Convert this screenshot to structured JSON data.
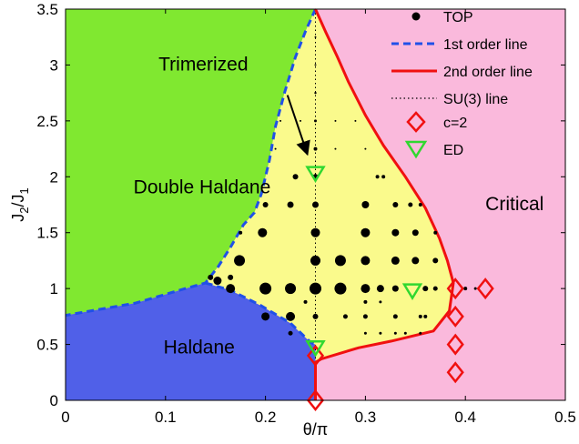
{
  "chart_data": {
    "type": "scatter",
    "xlabel": "θ/π",
    "ylabel_main": "J",
    "ylabel_sub1": "2",
    "ylabel_mid": "/J",
    "ylabel_sub2": "1",
    "xlim": [
      0,
      0.5
    ],
    "ylim": [
      0,
      3.5
    ],
    "xticks": [
      0,
      0.1,
      0.2,
      0.3,
      0.4,
      0.5
    ],
    "xtick_labels": [
      "0",
      "0.1",
      "0.2",
      "0.3",
      "0.4",
      "0.5"
    ],
    "yticks": [
      0,
      0.5,
      1,
      1.5,
      2,
      2.5,
      3,
      3.5
    ],
    "ytick_labels": [
      "0",
      "0.5",
      "1",
      "1.5",
      "2",
      "2.5",
      "3",
      "3.5"
    ],
    "colors": {
      "double_haldane": "#80e830",
      "haldane": "#5060e8",
      "trimerized": "#fafa8c",
      "critical": "#fab9dc",
      "first_order": "#2050e8",
      "second_order": "#f01010",
      "c2": "#f01010",
      "ed": "#30d830",
      "top": "#000000",
      "su3": "#000000"
    },
    "regions": [
      {
        "name": "Double Haldane",
        "label_at": [
          0.068,
          1.85
        ]
      },
      {
        "name": "Haldane",
        "label_at": [
          0.098,
          0.42
        ]
      },
      {
        "name": "Critical",
        "label_at": [
          0.42,
          1.7
        ]
      },
      {
        "name": "Trimerized",
        "label_at": [
          0.093,
          2.95
        ]
      }
    ],
    "annotation": {
      "text": "Trimerized",
      "arrow_from": [
        0.222,
        2.73
      ],
      "arrow_to": [
        0.242,
        2.2
      ]
    },
    "first_order_line": [
      [
        0.25,
        3.5
      ],
      [
        0.24,
        3.3
      ],
      [
        0.23,
        3.07
      ],
      [
        0.219,
        2.75
      ],
      [
        0.21,
        2.45
      ],
      [
        0.204,
        2.15
      ],
      [
        0.196,
        1.85
      ],
      [
        0.189,
        1.68
      ],
      [
        0.178,
        1.57
      ],
      [
        0.165,
        1.37
      ],
      [
        0.153,
        1.2
      ],
      [
        0.14,
        1.05
      ],
      [
        0.12,
        1.0
      ],
      [
        0.07,
        0.87
      ],
      [
        0.0,
        0.76
      ]
    ],
    "first_order_line_lower": [
      [
        0.14,
        1.05
      ],
      [
        0.165,
        0.985
      ],
      [
        0.195,
        0.85
      ],
      [
        0.225,
        0.69
      ],
      [
        0.245,
        0.52
      ],
      [
        0.25,
        0.5
      ]
    ],
    "second_order_line": [
      [
        0.25,
        3.5
      ],
      [
        0.26,
        3.3
      ],
      [
        0.272,
        3.07
      ],
      [
        0.283,
        2.85
      ],
      [
        0.3,
        2.55
      ],
      [
        0.318,
        2.28
      ],
      [
        0.34,
        2.0
      ],
      [
        0.36,
        1.72
      ],
      [
        0.374,
        1.45
      ],
      [
        0.382,
        1.25
      ],
      [
        0.388,
        1.05
      ],
      [
        0.384,
        0.8
      ],
      [
        0.368,
        0.62
      ],
      [
        0.326,
        0.53
      ],
      [
        0.293,
        0.47
      ],
      [
        0.256,
        0.37
      ],
      [
        0.25,
        0.34
      ],
      [
        0.25,
        0.0
      ]
    ],
    "su3_line_x": 0.25,
    "series": [
      {
        "name": "TOP",
        "marker": "dot",
        "points": [
          [
            0.25,
            3.5,
            0.6
          ],
          [
            0.25,
            3.25,
            1.0
          ],
          [
            0.25,
            3.0,
            1.0
          ],
          [
            0.25,
            2.75,
            1.2
          ],
          [
            0.25,
            2.5,
            1.5
          ],
          [
            0.25,
            2.25,
            2.0
          ],
          [
            0.25,
            2.0,
            3.0
          ],
          [
            0.25,
            1.75,
            3.5
          ],
          [
            0.25,
            1.5,
            5.0
          ],
          [
            0.25,
            1.25,
            5.5
          ],
          [
            0.25,
            1.0,
            6.5
          ],
          [
            0.25,
            0.75,
            3.0
          ],
          [
            0.215,
            2.5,
            1.0
          ],
          [
            0.235,
            2.5,
            1.0
          ],
          [
            0.27,
            2.5,
            1.0
          ],
          [
            0.29,
            2.5,
            1.0
          ],
          [
            0.21,
            2.25,
            1.0
          ],
          [
            0.27,
            2.25,
            1.0
          ],
          [
            0.3,
            2.25,
            1.0
          ],
          [
            0.23,
            2.0,
            3.0
          ],
          [
            0.312,
            2.0,
            2.0
          ],
          [
            0.318,
            2.0,
            2.0
          ],
          [
            0.2,
            1.75,
            3.0
          ],
          [
            0.225,
            1.75,
            3.5
          ],
          [
            0.3,
            1.75,
            4.0
          ],
          [
            0.33,
            1.75,
            3.0
          ],
          [
            0.345,
            1.75,
            2.5
          ],
          [
            0.355,
            1.75,
            2.0
          ],
          [
            0.175,
            1.5,
            2.0
          ],
          [
            0.197,
            1.5,
            5.0
          ],
          [
            0.3,
            1.5,
            5.0
          ],
          [
            0.33,
            1.5,
            4.0
          ],
          [
            0.35,
            1.5,
            3.5
          ],
          [
            0.37,
            1.5,
            2.0
          ],
          [
            0.174,
            1.25,
            6.0
          ],
          [
            0.275,
            1.25,
            6.0
          ],
          [
            0.3,
            1.25,
            5.0
          ],
          [
            0.33,
            1.25,
            4.5
          ],
          [
            0.35,
            1.25,
            4.0
          ],
          [
            0.37,
            1.25,
            3.0
          ],
          [
            0.145,
            1.1,
            3.0
          ],
          [
            0.165,
            1.1,
            3.0
          ],
          [
            0.152,
            1.07,
            4.5
          ],
          [
            0.165,
            1.0,
            5.0
          ],
          [
            0.2,
            1.0,
            6.5
          ],
          [
            0.225,
            1.0,
            6.0
          ],
          [
            0.275,
            1.0,
            6.5
          ],
          [
            0.3,
            1.0,
            5.0
          ],
          [
            0.315,
            1.0,
            4.0
          ],
          [
            0.33,
            1.0,
            3.5
          ],
          [
            0.36,
            1.0,
            3.0
          ],
          [
            0.37,
            1.0,
            2.5
          ],
          [
            0.4,
            1.0,
            2.0
          ],
          [
            0.41,
            1.0,
            1.5
          ],
          [
            0.24,
            0.88,
            2.0
          ],
          [
            0.3,
            0.88,
            2.0
          ],
          [
            0.315,
            0.88,
            1.5
          ],
          [
            0.2,
            0.75,
            4.5
          ],
          [
            0.225,
            0.75,
            5.0
          ],
          [
            0.28,
            0.75,
            2.5
          ],
          [
            0.3,
            0.75,
            2.5
          ],
          [
            0.33,
            0.75,
            2.5
          ],
          [
            0.355,
            0.75,
            2.0
          ],
          [
            0.36,
            0.75,
            2.0
          ],
          [
            0.225,
            0.6,
            2.5
          ],
          [
            0.3,
            0.6,
            1.5
          ],
          [
            0.315,
            0.6,
            1.5
          ],
          [
            0.33,
            0.6,
            1.5
          ],
          [
            0.34,
            0.6,
            1.5
          ],
          [
            0.355,
            0.6,
            1.5
          ]
        ]
      },
      {
        "name": "1st order line",
        "marker": "dashed"
      },
      {
        "name": "2nd order line",
        "marker": "solid"
      },
      {
        "name": "SU(3) line",
        "marker": "dotted"
      },
      {
        "name": "c=2",
        "marker": "diamond",
        "points": [
          [
            0.25,
            0.0
          ],
          [
            0.25,
            0.4
          ],
          [
            0.39,
            0.25
          ],
          [
            0.39,
            0.5
          ],
          [
            0.39,
            0.75
          ],
          [
            0.39,
            1.0
          ],
          [
            0.42,
            1.0
          ]
        ]
      },
      {
        "name": "ED",
        "marker": "triangle-down",
        "points": [
          [
            0.25,
            2.03
          ],
          [
            0.25,
            0.47
          ],
          [
            0.347,
            0.98
          ]
        ]
      }
    ],
    "legend": {
      "position": "top-right"
    }
  }
}
